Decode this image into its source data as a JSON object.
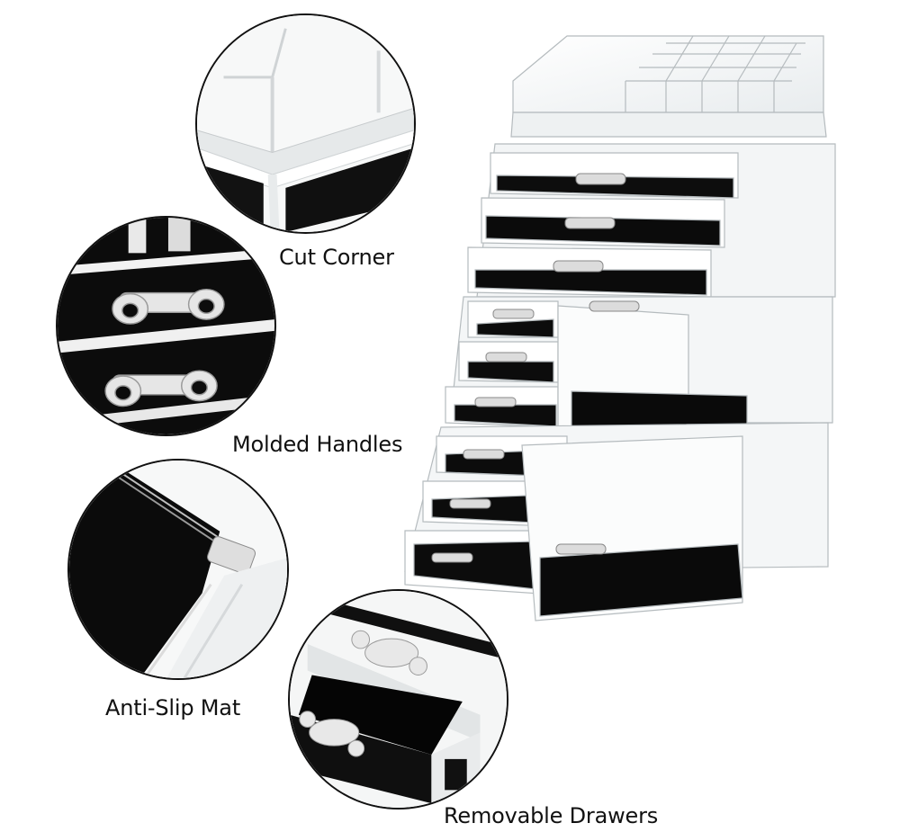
{
  "image": {
    "background": "#ffffff",
    "subject": "Clear acrylic makeup organizer with drawers and lipstick holder top",
    "feature_callouts": [
      {
        "id": "cut-corner",
        "label": "Cut Corner",
        "inset": "Close-up of top organizer tray corner"
      },
      {
        "id": "molded-handles",
        "label": "Molded Handles",
        "inset": "Close-up of two clear acrylic drawer handles on black mats"
      },
      {
        "id": "anti-slip-mat",
        "label": "Anti-Slip Mat",
        "inset": "Close-up of black mat inside drawer corner"
      },
      {
        "id": "removable-drawers",
        "label": "Removable Drawers",
        "inset": "Close-up of pulled-out drawer with black mat"
      }
    ],
    "product": {
      "top_tray": "Lipstick holder with 16 slots and an open compartment",
      "upper_unit_drawers": 3,
      "middle_unit_drawers": {
        "small": 3,
        "large": 1
      },
      "bottom_unit_drawers": {
        "small": 3,
        "large": 1
      },
      "mat_color": "#0a0a0a",
      "acrylic_color": "#f4f6f7"
    }
  }
}
